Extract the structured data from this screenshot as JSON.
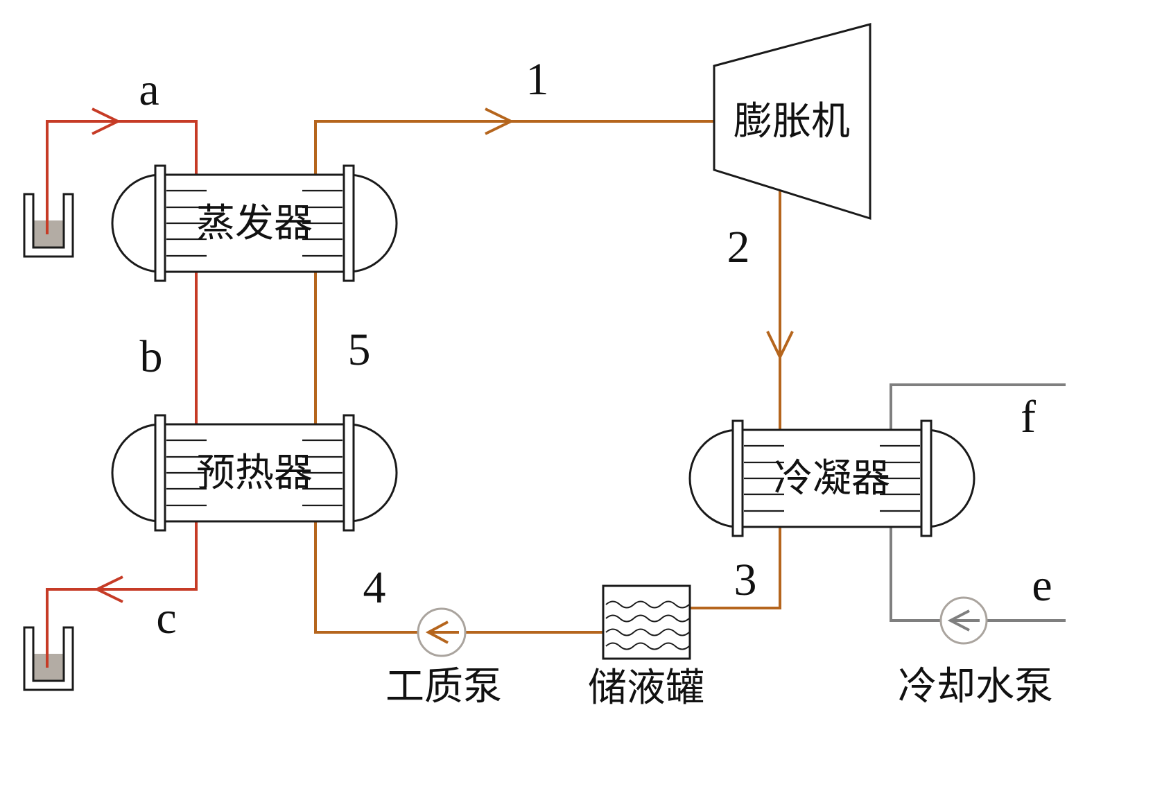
{
  "components": {
    "evaporator": "蒸发器",
    "preheater": "预热器",
    "expander": "膨胀机",
    "condenser": "冷凝器",
    "working_fluid_pump": "工质泵",
    "storage_tank": "储液罐",
    "cooling_water_pump": "冷却水泵"
  },
  "stream_labels": {
    "n1": "1",
    "n2": "2",
    "n3": "3",
    "n4": "4",
    "n5": "5",
    "a": "a",
    "b": "b",
    "c": "c",
    "e": "e",
    "f": "f"
  },
  "colors": {
    "heat_source": "#c63b26",
    "working_fluid": "#b5651d",
    "cooling_water": "#7f7f7f",
    "outline": "#1a1a1a",
    "cup_fill": "#b3aca4"
  }
}
